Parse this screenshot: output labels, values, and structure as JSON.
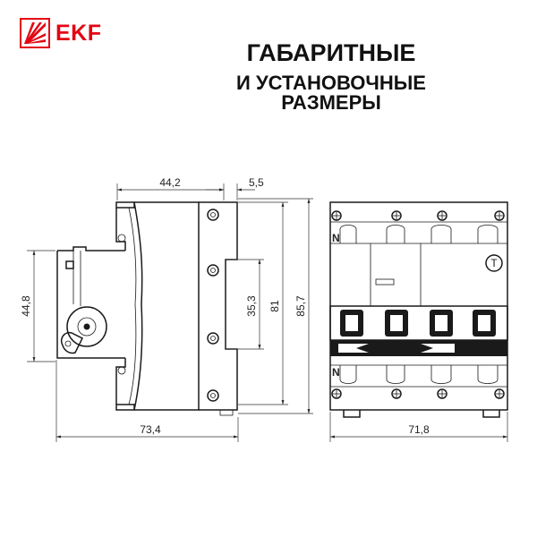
{
  "brand": {
    "name": "EKF",
    "color": "#e30613"
  },
  "title": {
    "line1": "ГАБАРИТНЫЕ",
    "line2": "И УСТАНОВОЧНЫЕ",
    "line3": "РАЗМЕРЫ"
  },
  "dimensions": {
    "width_top": "44,2",
    "offset_top": "5,5",
    "height_left": "44,8",
    "height_inner": "35,3",
    "height_mid": "81",
    "height_total": "85,7",
    "depth_bottom": "73,4",
    "width_front": "71,8"
  },
  "markings": {
    "neutral_top": "N",
    "neutral_bottom": "N",
    "test_button": "T"
  }
}
